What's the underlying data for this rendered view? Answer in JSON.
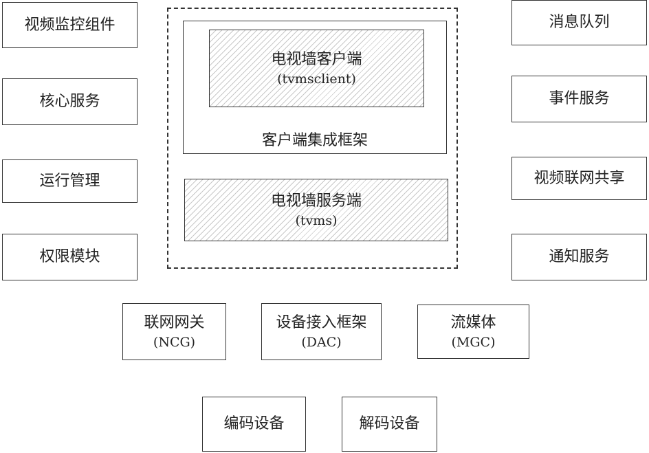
{
  "left_modules": [
    {
      "label": "视频监控组件"
    },
    {
      "label": "核心服务"
    },
    {
      "label": "运行管理"
    },
    {
      "label": "权限模块"
    }
  ],
  "right_modules": [
    {
      "label": "消息队列"
    },
    {
      "label": "事件服务"
    },
    {
      "label": "视频联网共享"
    },
    {
      "label": "通知服务"
    }
  ],
  "center": {
    "client_framework": {
      "label": "客户端集成框架"
    },
    "tvms_client": {
      "label": "电视墙客户端",
      "sub": "(tvmsclient)"
    },
    "tvms_server": {
      "label": "电视墙服务端",
      "sub": "(tvms)"
    }
  },
  "middle_row": [
    {
      "label": "联网网关",
      "sub": "(NCG)"
    },
    {
      "label": "设备接入框架",
      "sub": "(DAC)"
    },
    {
      "label": "流媒体",
      "sub": "(MGC)"
    }
  ],
  "bottom_row": [
    {
      "label": "编码设备"
    },
    {
      "label": "解码设备"
    }
  ]
}
